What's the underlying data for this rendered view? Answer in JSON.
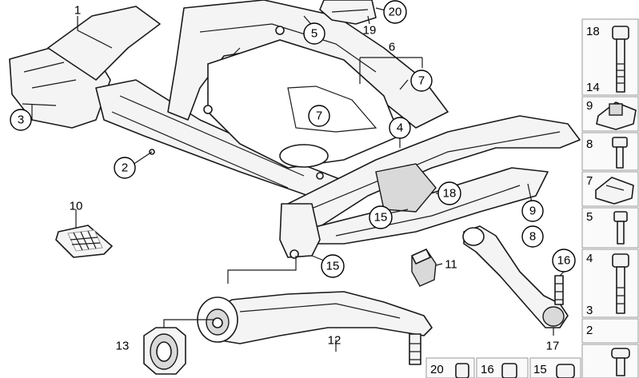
{
  "callouts": [
    {
      "id": "1",
      "text": "1"
    },
    {
      "id": "2",
      "text": "2"
    },
    {
      "id": "3",
      "text": "3"
    },
    {
      "id": "4",
      "text": "4"
    },
    {
      "id": "5",
      "text": "5"
    },
    {
      "id": "6",
      "text": "6"
    },
    {
      "id": "7a",
      "text": "7"
    },
    {
      "id": "7b",
      "text": "7"
    },
    {
      "id": "8",
      "text": "8"
    },
    {
      "id": "9",
      "text": "9"
    },
    {
      "id": "10",
      "text": "10"
    },
    {
      "id": "11",
      "text": "11"
    },
    {
      "id": "12",
      "text": "12"
    },
    {
      "id": "13",
      "text": "13"
    },
    {
      "id": "15a",
      "text": "15"
    },
    {
      "id": "15b",
      "text": "15"
    },
    {
      "id": "16",
      "text": "16"
    },
    {
      "id": "17",
      "text": "17"
    },
    {
      "id": "18",
      "text": "18"
    },
    {
      "id": "19",
      "text": "19"
    },
    {
      "id": "20",
      "text": "20"
    }
  ],
  "parts_column": [
    "18",
    "14",
    "9",
    "8",
    "7",
    "5",
    "4",
    "3",
    "2"
  ],
  "bottom_row": [
    "20",
    "16",
    "15"
  ]
}
